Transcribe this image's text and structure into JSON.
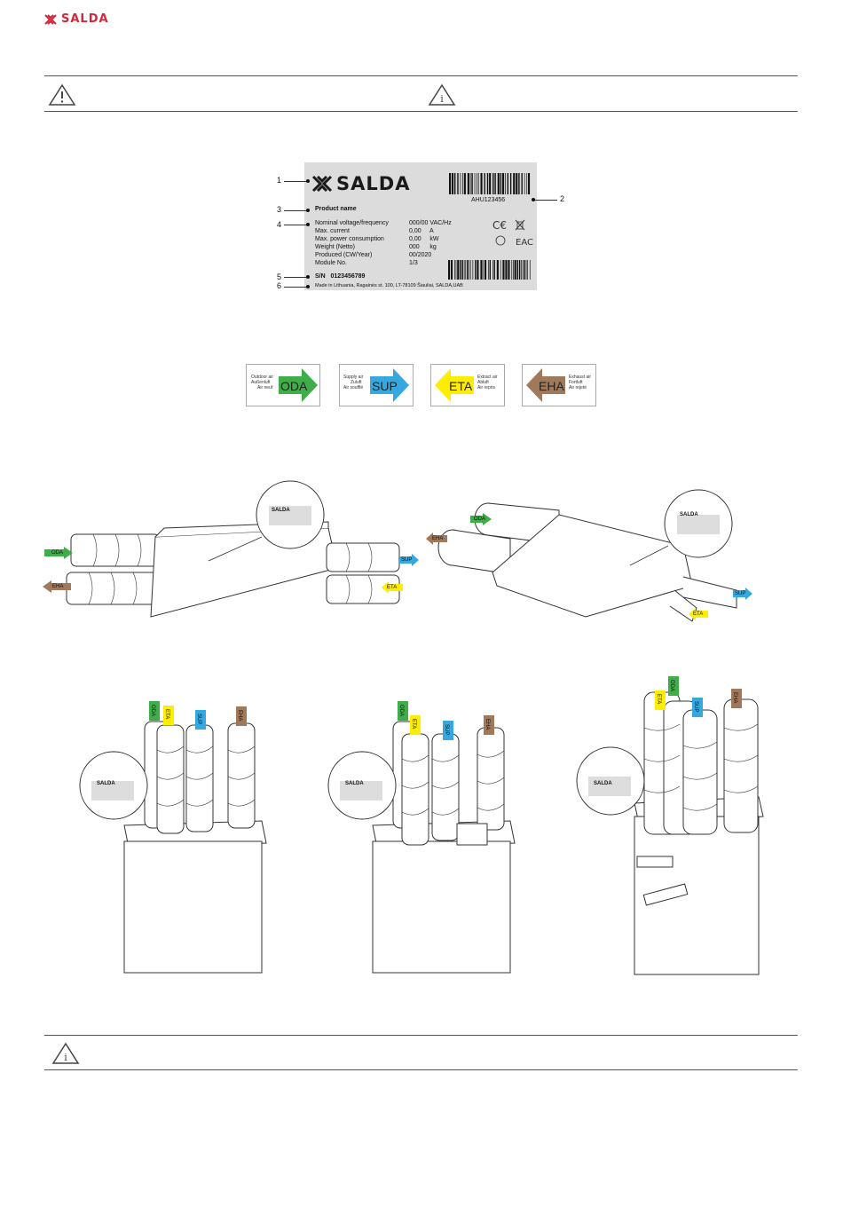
{
  "header": {
    "brand": "SALDA"
  },
  "plate": {
    "brand": "SALDA",
    "barcode_id": "AHU123456",
    "product_name": "Product name",
    "rows": [
      {
        "label": "Nominal voltage/frequency",
        "value": "000/00 VAC/Hz"
      },
      {
        "label": "Max. current",
        "value": "0,00     A"
      },
      {
        "label": "Max. power consumption",
        "value": "0,00     kW"
      },
      {
        "label": "Weight (Netto)",
        "value": "000      kg"
      },
      {
        "label": "Produced (CW/Year)",
        "value": "00/2020"
      },
      {
        "label": "Module No.",
        "value": "1/3"
      }
    ],
    "serial": "S/N   0123456789",
    "address": "Made in Lithuania, Ragainės st. 100, LT-78109 Šiauliai, SALDA,UAB",
    "callouts": [
      "1",
      "2",
      "3",
      "4",
      "5",
      "6"
    ]
  },
  "air_types": [
    {
      "code": "ODA",
      "lines": [
        "Outdoor air",
        "Außenluft",
        "Air neuf"
      ],
      "color": "#3fae49"
    },
    {
      "code": "SUP",
      "lines": [
        "Supply air",
        "Zuluft",
        "Air soufflé"
      ],
      "color": "#35a8e0"
    },
    {
      "code": "ETA",
      "lines": [
        "Extract air",
        "Abluft",
        "Air repris"
      ],
      "color": "#ffed00"
    },
    {
      "code": "EHA",
      "lines": [
        "Exhaust air",
        "Fortluft",
        "Air rejeté"
      ],
      "color": "#a0785a"
    }
  ],
  "drawings": {
    "horizontal_1": {
      "oda": "ODA",
      "eha": "EHA",
      "sup": "SUP",
      "eta": "ETA"
    },
    "horizontal_2": {
      "oda": "ODA",
      "eha": "EHA",
      "sup": "SUP",
      "eta": "ETA"
    },
    "vertical": [
      {
        "oda": "ODA",
        "eta": "ETA",
        "sup": "SUP",
        "eha": "EHA"
      },
      {
        "oda": "ODA",
        "eta": "ETA",
        "sup": "SUP",
        "eha": "EHA"
      },
      {
        "oda": "ODA",
        "eta": "ETA",
        "sup": "SUP",
        "eha": "EHA"
      }
    ],
    "zoom_label_brand": "SALDA"
  },
  "colors": {
    "brand": "#d6263a",
    "plate": "#dcdcdc"
  },
  "icons": [
    "salda-logo-icon",
    "warning-triangle-icon",
    "info-triangle-icon"
  ]
}
